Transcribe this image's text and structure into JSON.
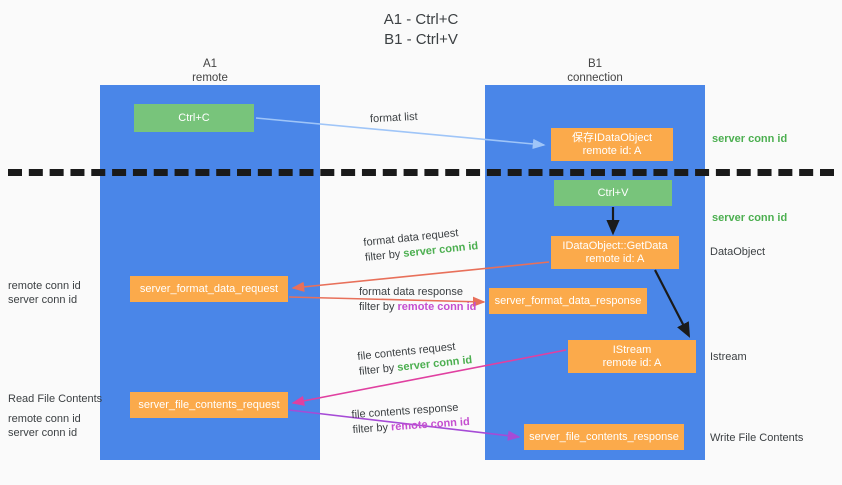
{
  "title": {
    "line1": "A1 - Ctrl+C",
    "line2": "B1 - Ctrl+V"
  },
  "colors": {
    "lane": "#4a86e8",
    "green_node": "#78c47b",
    "orange_node": "#fbaa4b",
    "server_conn_id": "#4caf50",
    "remote_conn_id": "#c54fd0",
    "arrow_format_list": "#9fc5f8",
    "arrow_format_data": "#e8705a",
    "arrow_file_contents_request": "#e040a0",
    "arrow_file_contents_response": "#a64bd6",
    "arrow_internal": "#1a1a1a",
    "divider": "#1a1a1a",
    "background": "#fafafa"
  },
  "lanes": [
    {
      "id": "a1",
      "name": "A1",
      "role": "remote"
    },
    {
      "id": "b1",
      "name": "B1",
      "role": "connection"
    }
  ],
  "nodes": {
    "ctrl_c": {
      "label": "Ctrl+C"
    },
    "idataobject": {
      "line1": "保存IDataObject",
      "line2": "remote id: A"
    },
    "ctrl_v": {
      "label": "Ctrl+V"
    },
    "getdata": {
      "line1": "IDataObject::GetData",
      "line2": "remote id: A"
    },
    "server_format_data_request": {
      "label": "server_format_data_request"
    },
    "server_format_data_response": {
      "label": "server_format_data_response"
    },
    "istream": {
      "line1": "IStream",
      "line2": "remote id: A"
    },
    "server_file_contents_request": {
      "label": "server_file_contents_request"
    },
    "server_file_contents_response": {
      "label": "server_file_contents_response"
    }
  },
  "edge_labels": {
    "format_list": {
      "text": "format list"
    },
    "format_data_request": {
      "line1": "format data request",
      "filter_prefix": "filter by ",
      "filter_id": "server conn id"
    },
    "format_data_response": {
      "line1": "format data response",
      "filter_prefix": "filter by ",
      "filter_id": "remote conn id"
    },
    "file_contents_request": {
      "line1": "file contents request",
      "filter_prefix": "filter by ",
      "filter_id": "server conn id"
    },
    "file_contents_response": {
      "line1": "file contents response",
      "filter_prefix": "filter by ",
      "filter_id": "remote conn id"
    }
  },
  "right_notes": {
    "server_conn_id_top": "server conn id",
    "server_conn_id_mid": "server conn id",
    "dataobject": "DataObject",
    "istream": "Istream",
    "write_file_contents": "Write File Contents"
  },
  "left_notes": {
    "remote_conn_id_1": "remote conn id",
    "server_conn_id_1": "server conn id",
    "read_file_contents": "Read File Contents",
    "remote_conn_id_2": "remote conn id",
    "server_conn_id_2": "server conn id"
  }
}
